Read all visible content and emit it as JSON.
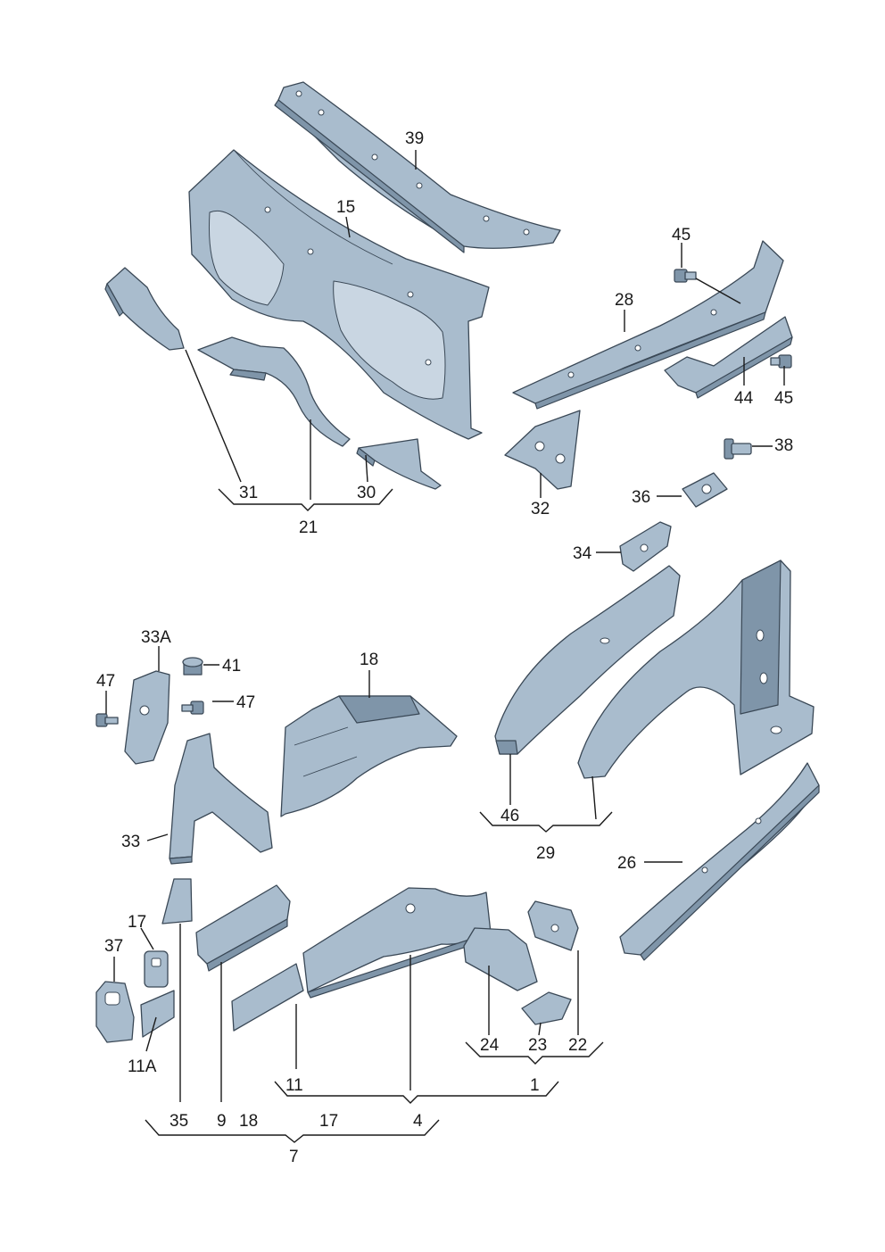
{
  "labels": {
    "p39": "39",
    "p15": "15",
    "p45a": "45",
    "p28": "28",
    "p44": "44",
    "p45b": "45",
    "p38": "38",
    "p31": "31",
    "p30": "30",
    "p21": "21",
    "p32": "32",
    "p36": "36",
    "p34": "34",
    "p33A": "33A",
    "p41": "41",
    "p47a": "47",
    "p47b": "47",
    "p18a": "18",
    "p46": "46",
    "p29": "29",
    "p33": "33",
    "p26": "26",
    "p17a": "17",
    "p37": "37",
    "p11A": "11A",
    "p35": "35",
    "p9": "9",
    "p18b": "18",
    "p17b": "17",
    "p4": "4",
    "p11": "11",
    "p1": "1",
    "p24": "24",
    "p23": "23",
    "p22": "22",
    "p7": "7"
  },
  "colors": {
    "part_fill": "#a9bccd",
    "part_shadow": "#7f95a9",
    "outline": "#3a4856",
    "text": "#1a1a1a"
  }
}
